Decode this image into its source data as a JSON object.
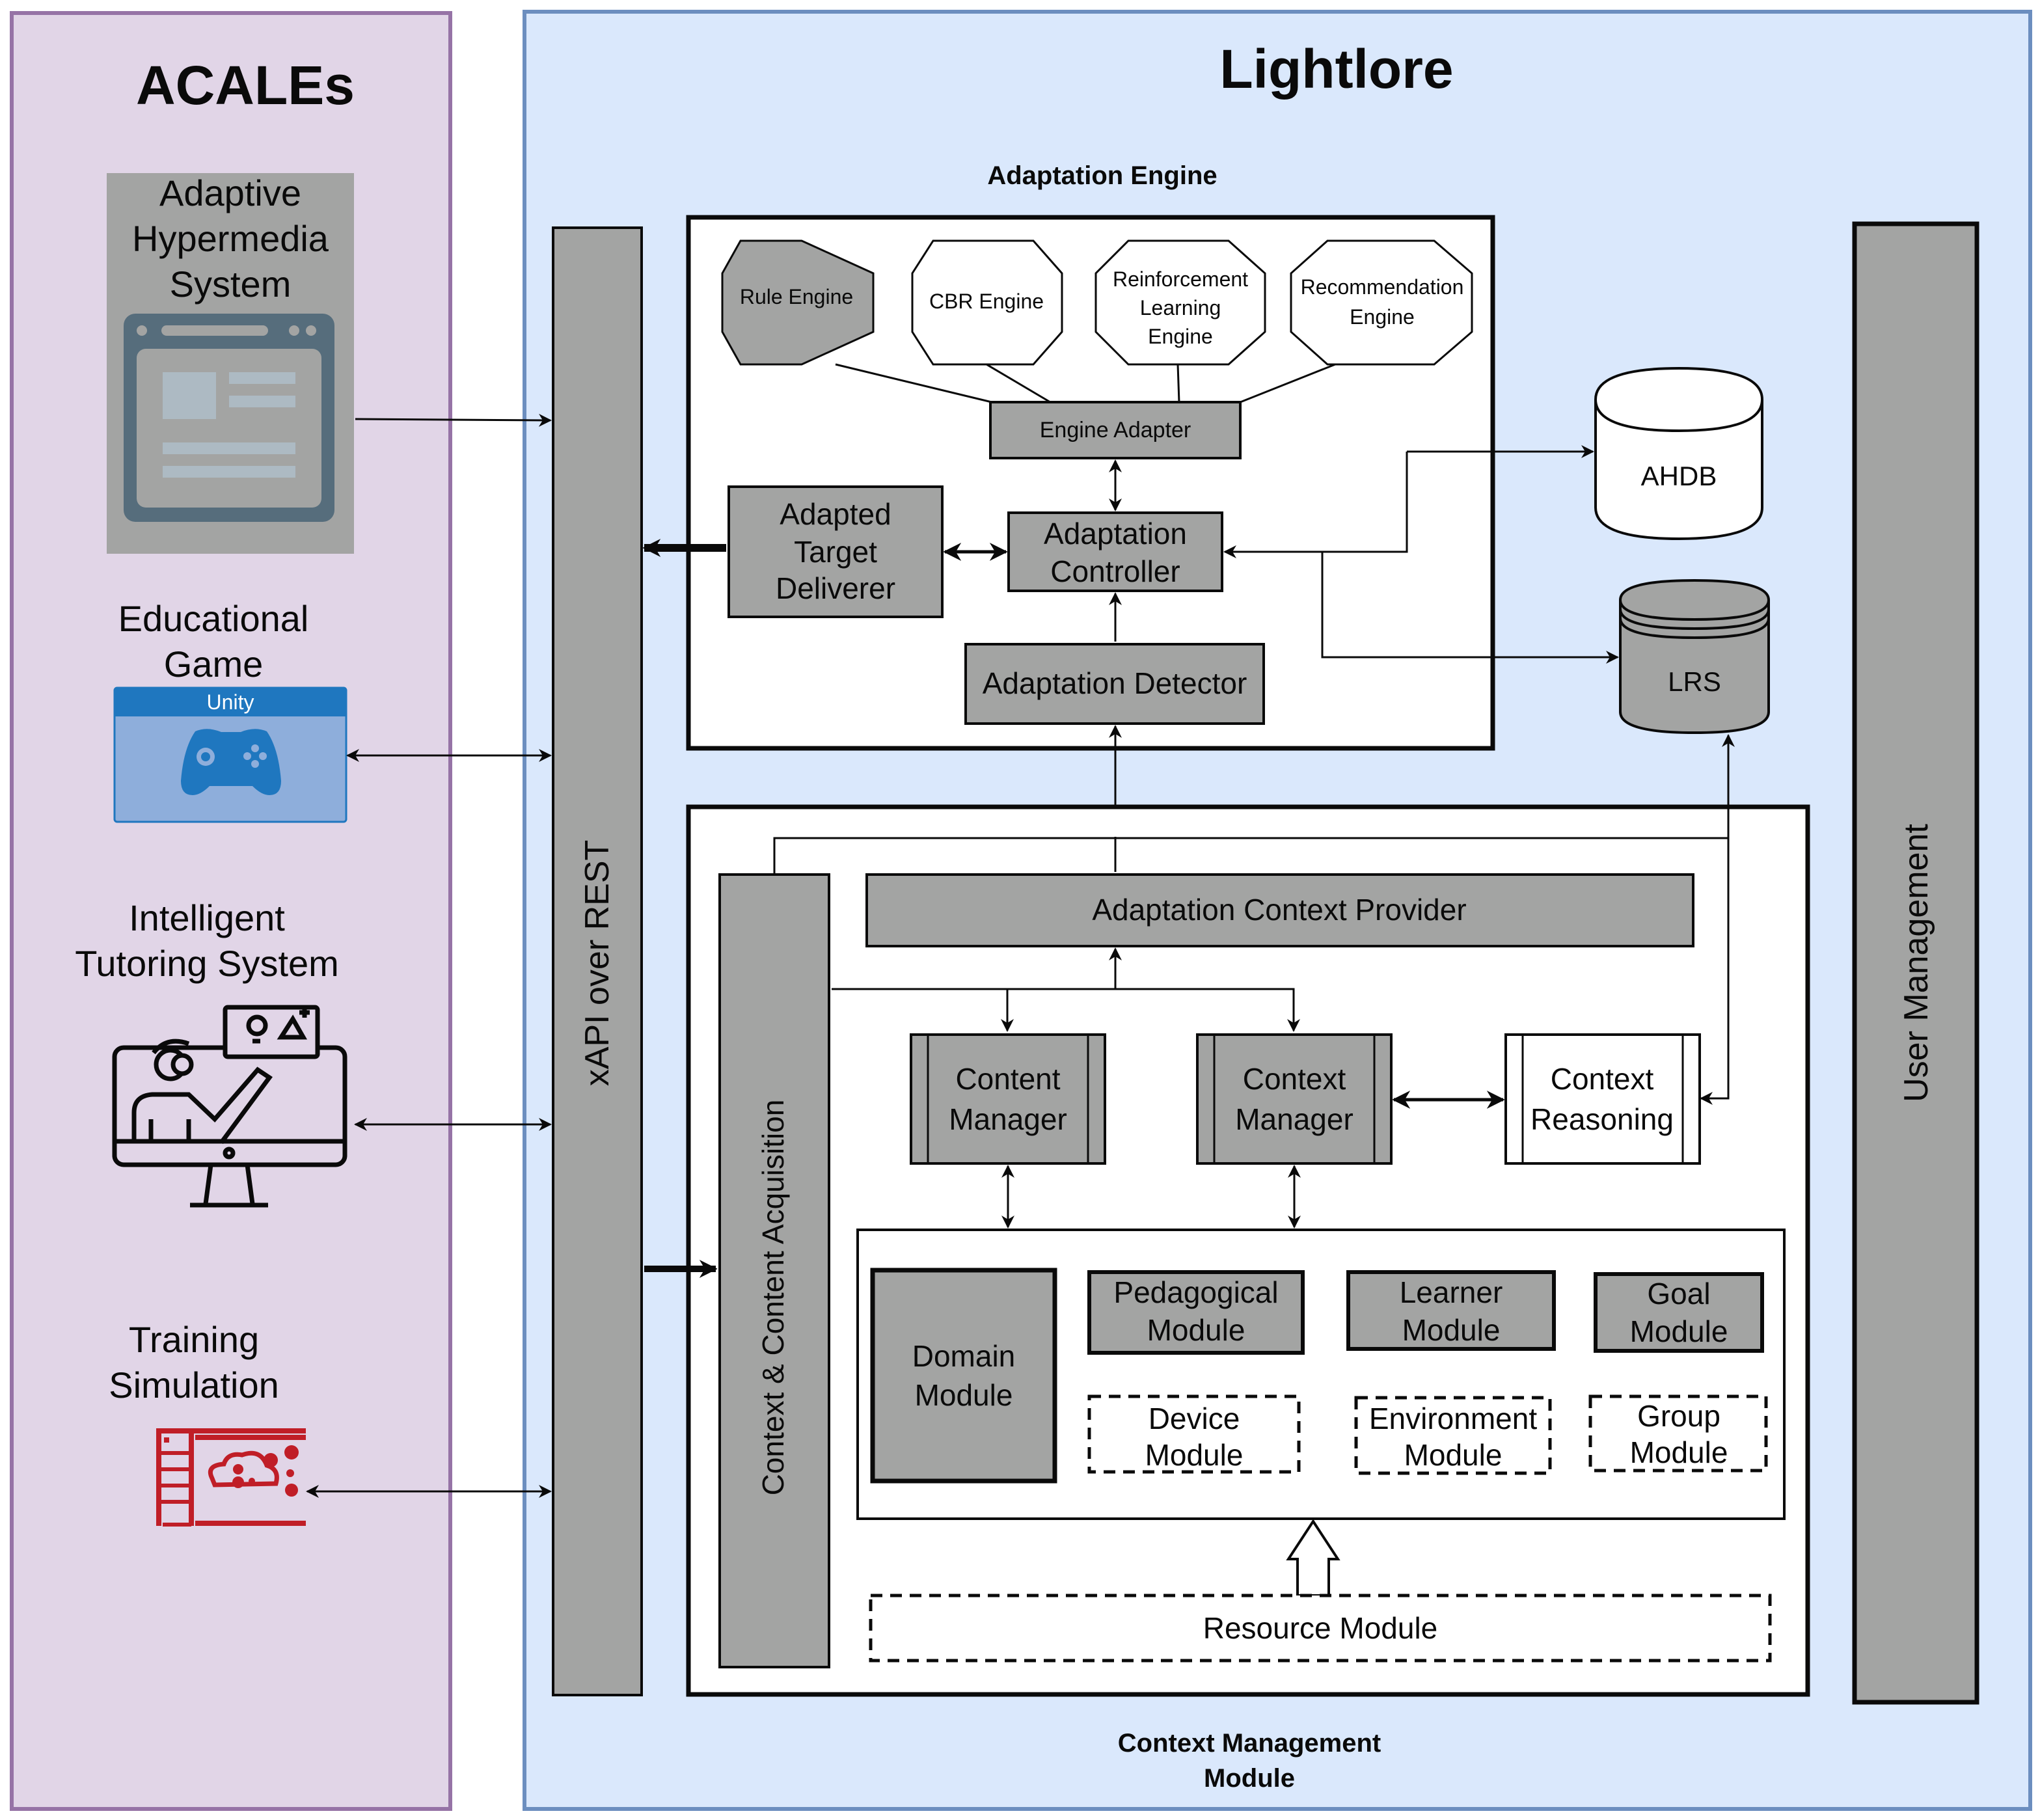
{
  "acales": {
    "title": "ACALEs",
    "apps": [
      {
        "label_lines": [
          "Adaptive",
          "Hypermedia",
          "System"
        ],
        "icon": "browser-window-icon"
      },
      {
        "label_lines": [
          "Educational",
          "Game"
        ],
        "icon": "gamepad-icon",
        "badge": "Unity"
      },
      {
        "label_lines": [
          "Intelligent",
          "Tutoring System"
        ],
        "icon": "tutor-monitor-icon"
      },
      {
        "label_lines": [
          "Training",
          "Simulation"
        ],
        "icon": "simulation-cloud-icon"
      }
    ]
  },
  "lightlore": {
    "title": "Lightlore",
    "xapi_bar": "xAPI over REST",
    "user_management_bar": "User Management",
    "adaptation_engine": {
      "title": "Adaptation Engine",
      "engines": [
        {
          "lines": [
            "Rule Engine"
          ],
          "filled": true
        },
        {
          "lines": [
            "CBR Engine"
          ],
          "filled": false
        },
        {
          "lines": [
            "Reinforcement",
            "Learning",
            "Engine"
          ],
          "filled": false
        },
        {
          "lines": [
            "Recommendation",
            "Engine"
          ],
          "filled": false
        }
      ],
      "engine_adapter": "Engine Adapter",
      "adapted_target_deliverer": [
        "Adapted",
        "Target",
        "Deliverer"
      ],
      "adaptation_controller": [
        "Adaptation",
        "Controller"
      ],
      "adaptation_detector": "Adaptation Detector"
    },
    "datastores": {
      "ahdb": "AHDB",
      "lrs": "LRS"
    },
    "context_management": {
      "title_lines": [
        "Context Management",
        "Module"
      ],
      "acquisition_bar": "Context & Content Acquisition",
      "context_provider": "Adaptation Context Provider",
      "content_manager": [
        "Content",
        "Manager"
      ],
      "context_manager": [
        "Context",
        "Manager"
      ],
      "context_reasoning": [
        "Context",
        "Reasoning"
      ],
      "modules_solid": [
        {
          "lines": [
            "Domain",
            "Module"
          ]
        },
        {
          "lines": [
            "Pedagogical",
            "Module"
          ]
        },
        {
          "lines": [
            "Learner",
            "Module"
          ]
        },
        {
          "lines": [
            "Goal",
            "Module"
          ]
        }
      ],
      "modules_dashed": [
        {
          "lines": [
            "Device",
            "Module"
          ]
        },
        {
          "lines": [
            "Environment",
            "Module"
          ]
        },
        {
          "lines": [
            "Group",
            "Module"
          ]
        }
      ],
      "resource_module": "Resource Module"
    }
  },
  "colors": {
    "acales_bg": "#e1d5e7",
    "acales_border": "#9673a6",
    "lightlore_bg": "#dae8fc",
    "lightlore_border": "#6c8ebf",
    "component_fill": "#a3a4a3",
    "unity_blue": "#1f77bf",
    "unity_light": "#8eaedb",
    "sim_red": "#c01e27",
    "browser_slate": "#566d7c"
  }
}
